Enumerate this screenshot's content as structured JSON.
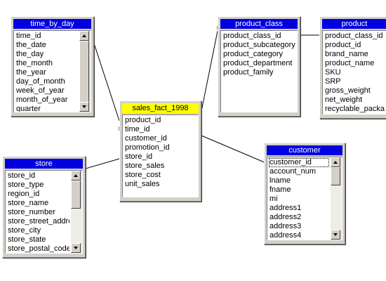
{
  "tables": {
    "time_by_day": {
      "title": "time_by_day",
      "fields": [
        "time_id",
        "the_date",
        "the_day",
        "the_month",
        "the_year",
        "day_of_month",
        "week_of_year",
        "month_of_year",
        "quarter"
      ]
    },
    "sales_fact_1998": {
      "title": "sales_fact_1998",
      "fields": [
        "product_id",
        "time_id",
        "customer_id",
        "promotion_id",
        "store_id",
        "store_sales",
        "store_cost",
        "unit_sales"
      ]
    },
    "product_class": {
      "title": "product_class",
      "fields": [
        "product_class_id",
        "product_subcategory",
        "product_category",
        "product_department",
        "product_family"
      ]
    },
    "product": {
      "title": "product",
      "fields": [
        "product_class_id",
        "product_id",
        "brand_name",
        "product_name",
        "SKU",
        "SRP",
        "gross_weight",
        "net_weight",
        "recyclable_package"
      ]
    },
    "store": {
      "title": "store",
      "fields": [
        "store_id",
        "store_type",
        "region_id",
        "store_name",
        "store_number",
        "store_street_address",
        "store_city",
        "store_state",
        "store_postal_code"
      ]
    },
    "customer": {
      "title": "customer",
      "fields": [
        "customer_id",
        "account_num",
        "lname",
        "fname",
        "mi",
        "address1",
        "address2",
        "address3",
        "address4"
      ]
    }
  },
  "colors": {
    "title_bar": "#0000e0",
    "fact_title_bar": "#ffff00",
    "window_face": "#d4d0c8",
    "connector": "#000000"
  }
}
